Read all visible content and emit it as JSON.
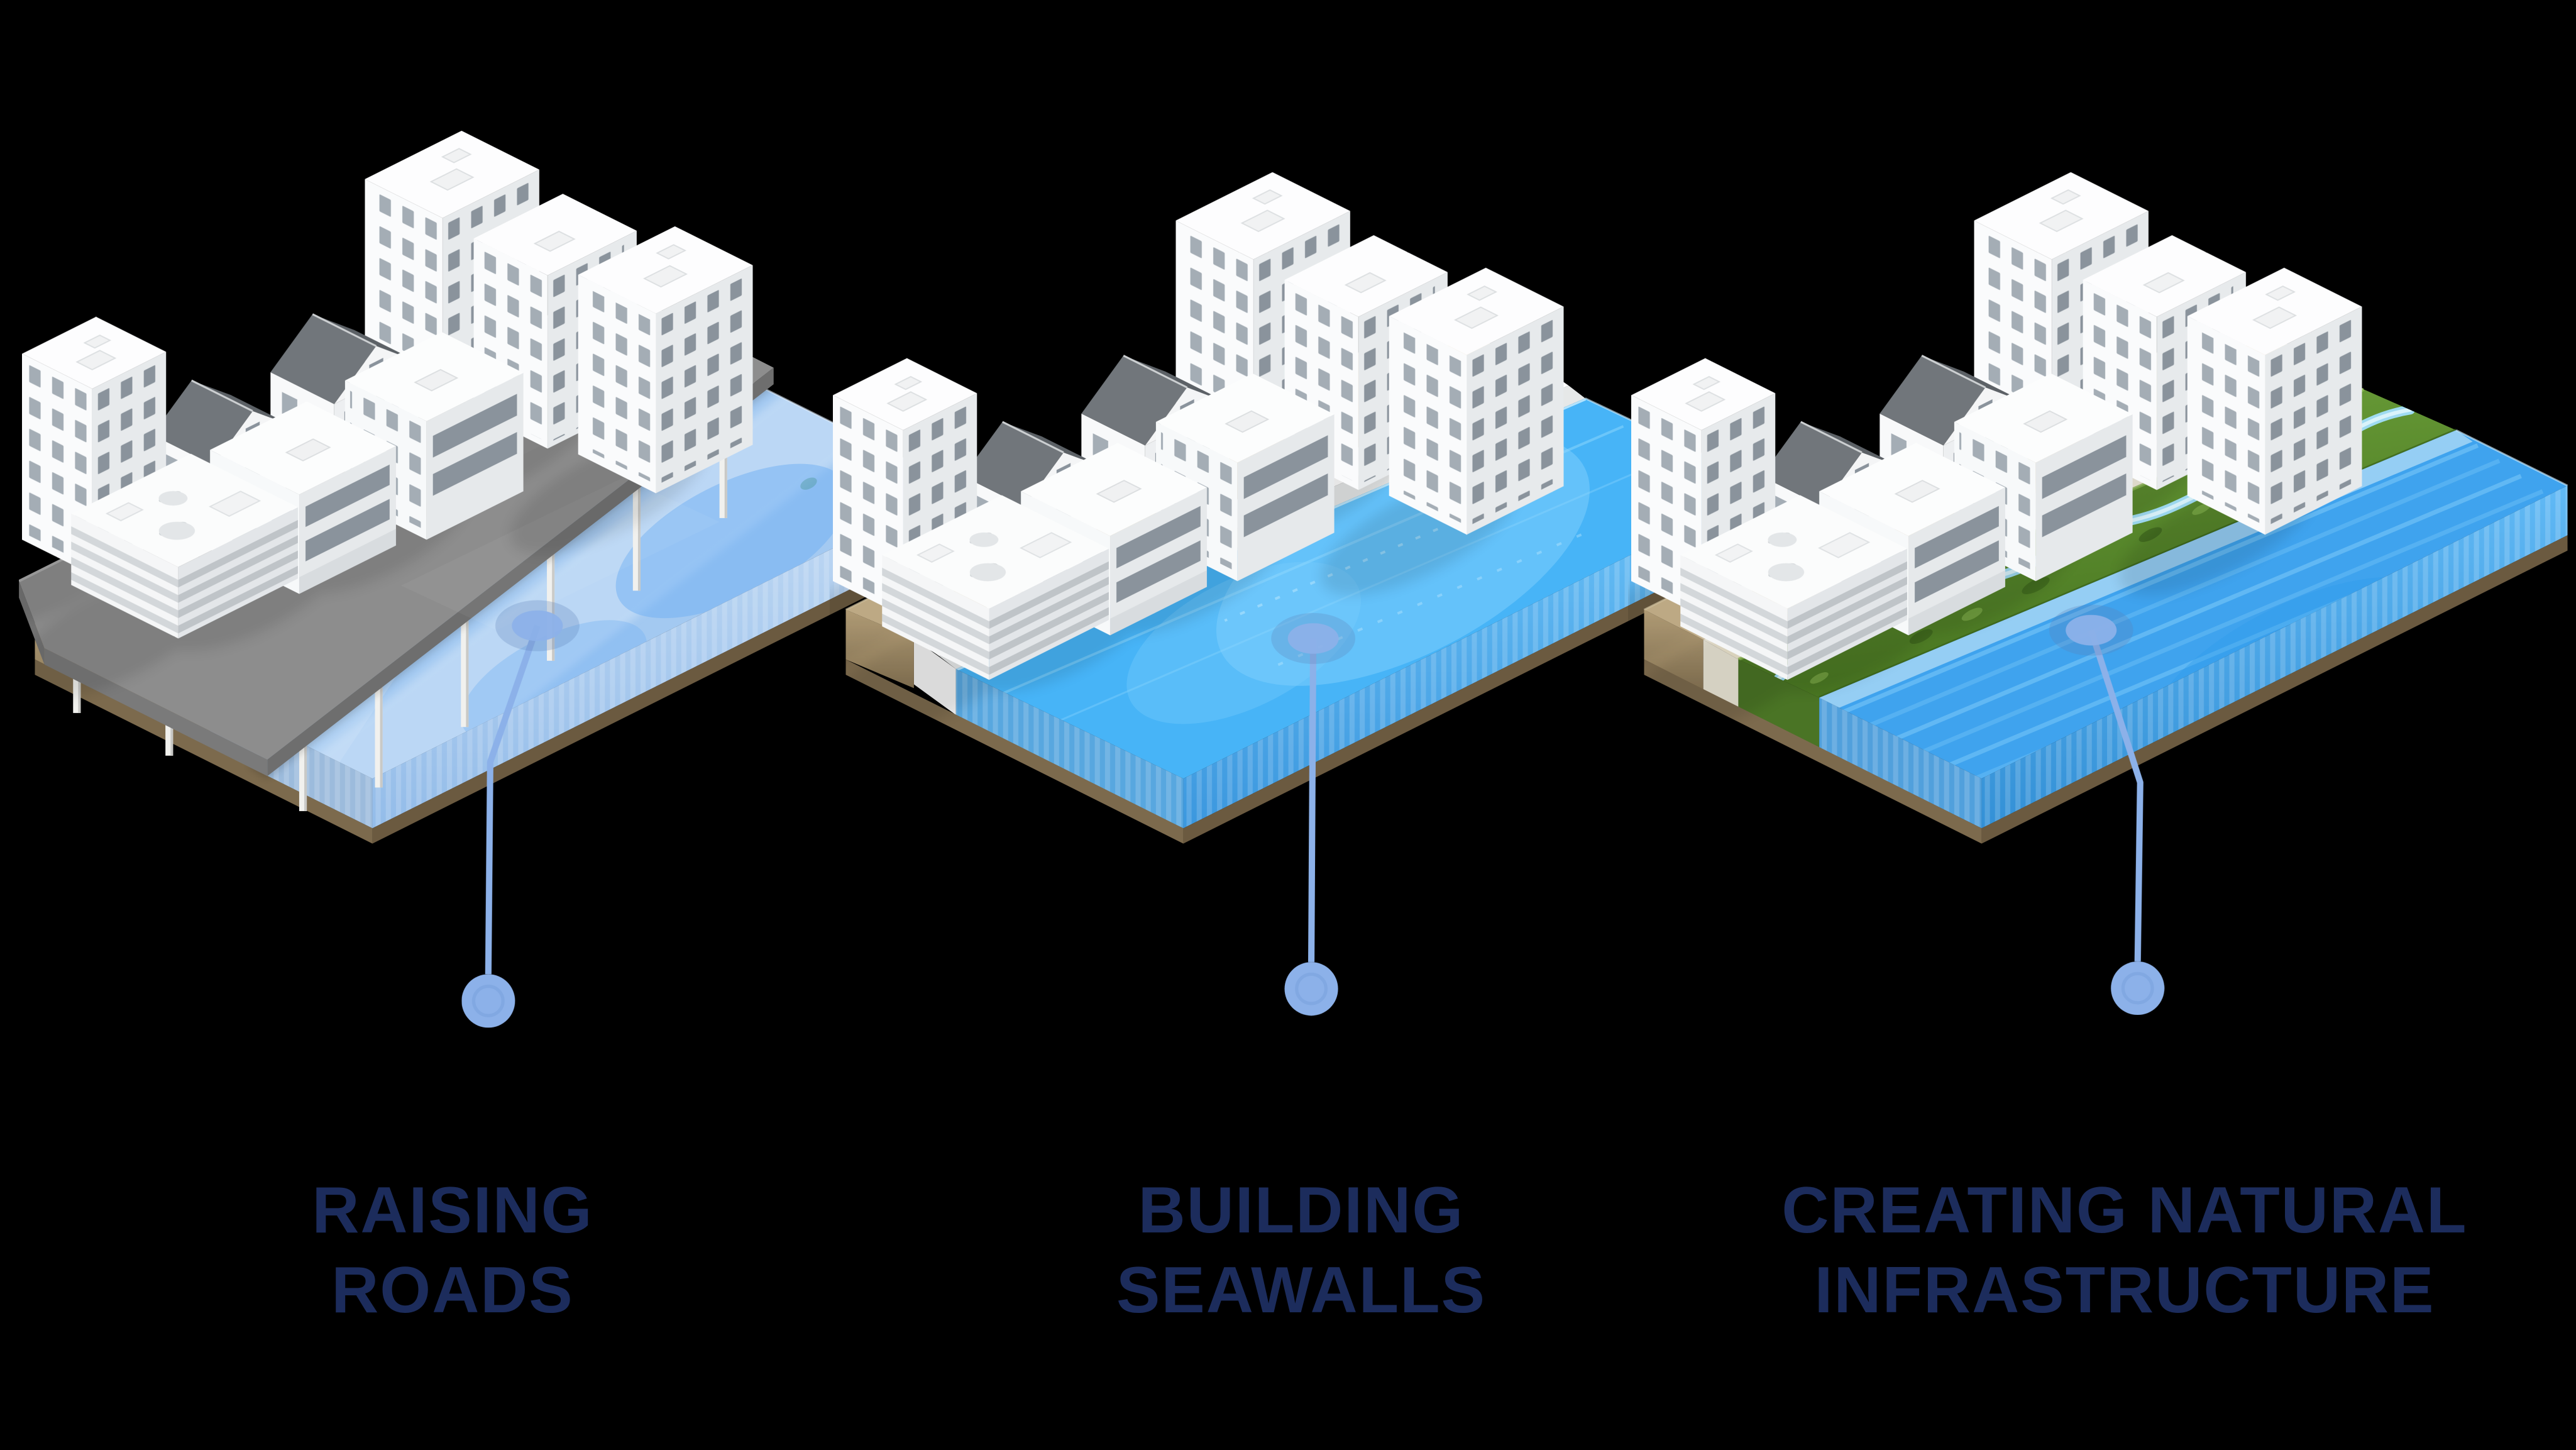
{
  "panels": [
    {
      "name": "raising-roads",
      "title_line1": "RAISING",
      "title_line2": "ROADS"
    },
    {
      "name": "building-seawalls",
      "title_line1": "BUILDING",
      "title_line2": "SEAWALLS"
    },
    {
      "name": "creating-natural-infrastructure",
      "title_line1": "CREATING NATURAL",
      "title_line2": "INFRASTRUCTURE"
    }
  ],
  "colors": {
    "background": "#000000",
    "label_text": "#1C2C5C",
    "marker_blue": "#8CB1E9",
    "water_pale": "#A3C9F1",
    "water_bright": "#47B4F7",
    "sand": "#D2BC93",
    "platform_gray": "#8D8D8D",
    "marsh_green": "#4F7D22"
  }
}
